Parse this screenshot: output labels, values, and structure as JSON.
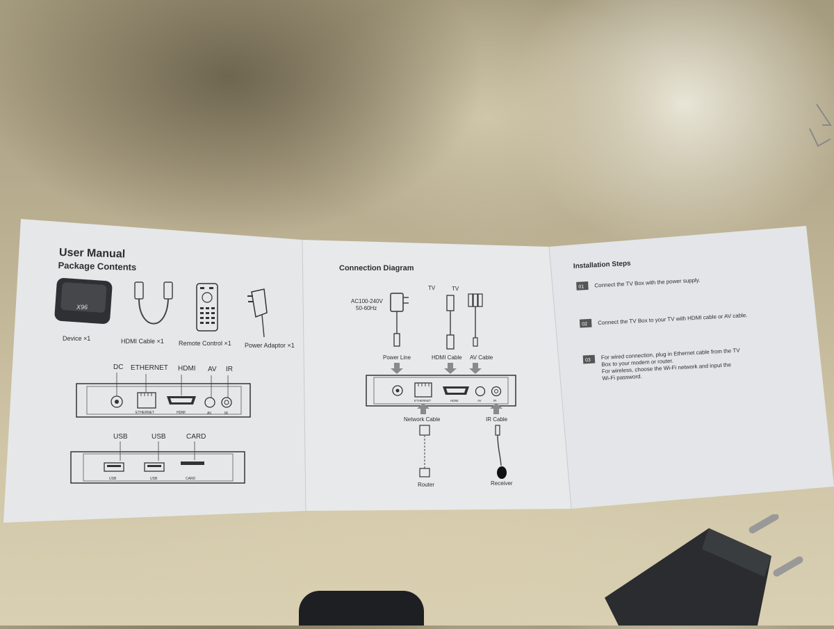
{
  "manual": {
    "title": "User Manual",
    "package_heading": "Package Contents",
    "device_logo": "X96",
    "items": [
      {
        "label": "Device ×1",
        "icon": "tv-box-icon"
      },
      {
        "label": "HDMI Cable ×1",
        "icon": "hdmi-cable-icon"
      },
      {
        "label": "Remote Control ×1",
        "icon": "remote-control-icon"
      },
      {
        "label": "Power Adaptor ×1",
        "icon": "power-adaptor-icon"
      }
    ],
    "rear_ports": [
      "DC",
      "ETHERNET",
      "HDMI",
      "AV",
      "IR"
    ],
    "rear_port_small": [
      "ETHERNET",
      "HDMI",
      "AV",
      "IR"
    ],
    "side_ports": [
      "USB",
      "USB",
      "CARD"
    ],
    "side_port_small": [
      "USB",
      "USB",
      "CARD"
    ]
  },
  "diagram": {
    "heading": "Connection Diagram",
    "power_spec_line1": "AC100-240V",
    "power_spec_line2": "50-60Hz",
    "tv_label_1": "TV",
    "tv_label_2": "TV",
    "power_line": "Power Line",
    "hdmi_cable": "HDMI Cable",
    "av_cable": "AV Cable",
    "port_small": [
      "ETHERNET",
      "HDMI",
      "AV",
      "IR"
    ],
    "network_cable": "Network Cable",
    "ir_cable": "IR Cable",
    "router": "Router",
    "receiver": "Receiver"
  },
  "install": {
    "heading": "Installation Steps",
    "steps": [
      {
        "num": "01",
        "lines": [
          "Connect the TV Box with the power supply."
        ]
      },
      {
        "num": "02",
        "lines": [
          "Connect the TV Box to your TV with  HDMI cable or AV cable."
        ]
      },
      {
        "num": "03",
        "lines": [
          "For wired connection, plug in Ethernet cable from the TV",
          "Box to your modem or router.",
          "For wireless, choose the Wi-Fi network and input the",
          "Wi-Fi password."
        ]
      }
    ]
  }
}
